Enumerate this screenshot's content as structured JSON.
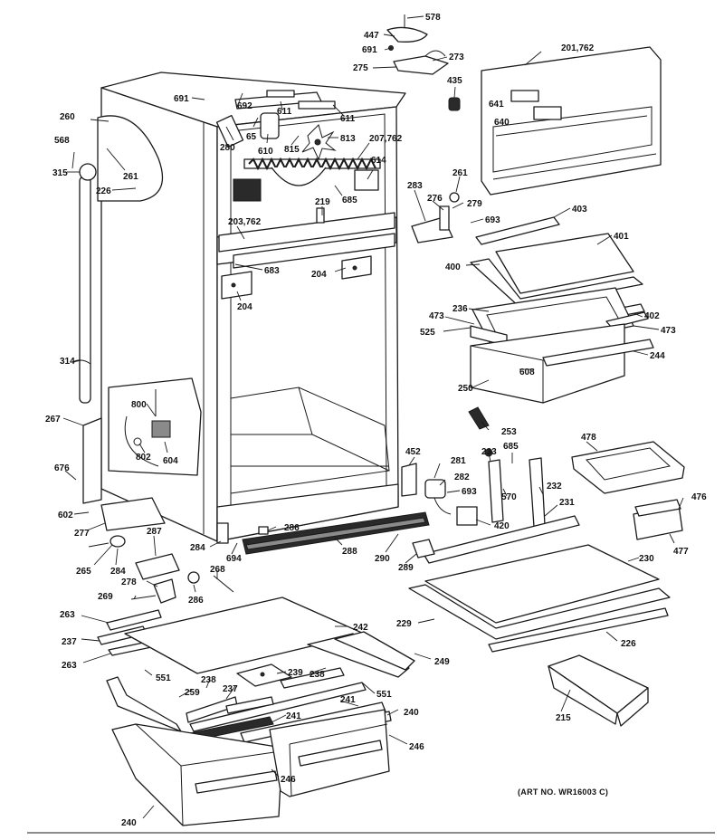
{
  "art_number": "(ART NO. WR16003 C)",
  "labels": {
    "p578": "578",
    "p447": "447",
    "p691a": "691",
    "p273": "273",
    "p275": "275",
    "p201": "201,762",
    "p435": "435",
    "p691b": "691",
    "p692": "692",
    "p641": "641",
    "p640": "640",
    "p260": "260",
    "p611a": "611",
    "p611b": "611",
    "p280": "280",
    "p65": "65",
    "p610": "610",
    "p815": "815",
    "p813": "813",
    "p207": "207,762",
    "p568": "568",
    "p261a": "261",
    "p315": "315",
    "p226": "226",
    "p614": "614",
    "p685a": "685",
    "p261b": "261",
    "p279": "279",
    "p283": "283",
    "p276": "276",
    "p219": "219",
    "p693a": "693",
    "p403": "403",
    "p203": "203,762",
    "p401": "401",
    "p683": "683",
    "p204a": "204",
    "p400": "400",
    "p204b": "204",
    "p473a": "473",
    "p236": "236",
    "p402": "402",
    "p473b": "473",
    "p525": "525",
    "p244": "244",
    "p314": "314",
    "p608": "608",
    "p250": "250",
    "p800": "800",
    "p253": "253",
    "p267": "267",
    "p802": "802",
    "p604": "604",
    "p452": "452",
    "p233": "233",
    "p685b": "685",
    "p478": "478",
    "p676": "676",
    "p281": "281",
    "p282": "282",
    "p232": "232",
    "p693b": "693",
    "p570": "570",
    "p231": "231",
    "p476": "476",
    "p602": "602",
    "p277": "277",
    "p420": "420",
    "p287": "287",
    "p286a": "286",
    "p284a": "284",
    "p477": "477",
    "p694": "694",
    "p289": "289",
    "p290": "290",
    "p288": "288",
    "p230": "230",
    "p265": "265",
    "p284b": "284",
    "p278": "278",
    "p268": "268",
    "p269": "269",
    "p286b": "286",
    "p263a": "263",
    "p242": "242",
    "p229": "229",
    "p237a": "237",
    "p226b": "226",
    "p249": "249",
    "p263b": "263",
    "p551a": "551",
    "p239": "239",
    "p238a": "238",
    "p238b": "238",
    "p259": "259",
    "p237b": "237",
    "p551b": "551",
    "p241a": "241",
    "p241b": "241",
    "p215": "215",
    "p240a": "240",
    "p246a": "246",
    "p246b": "246",
    "p240b": "240"
  }
}
